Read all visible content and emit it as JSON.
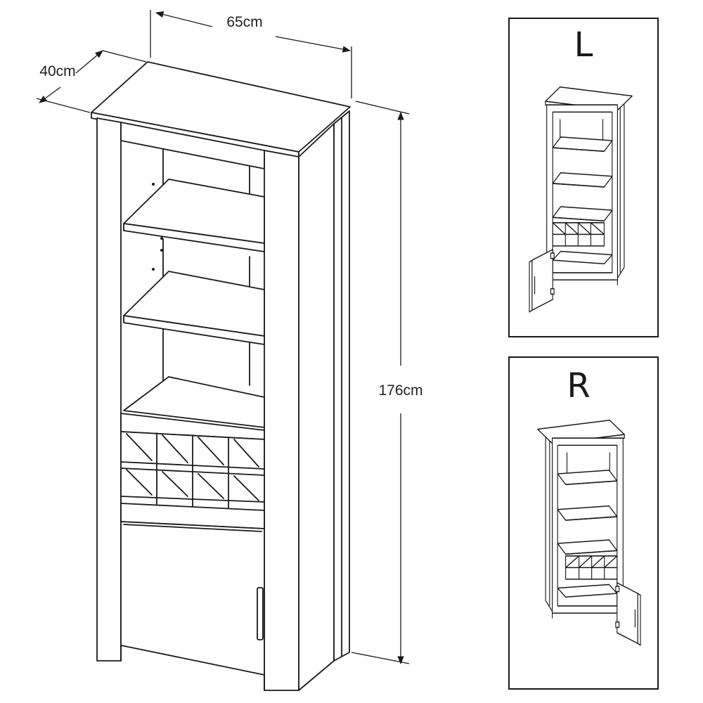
{
  "dimensions": {
    "width_label": "65cm",
    "depth_label": "40cm",
    "height_label": "176cm"
  },
  "variants": {
    "left_label": "L",
    "right_label": "R"
  }
}
